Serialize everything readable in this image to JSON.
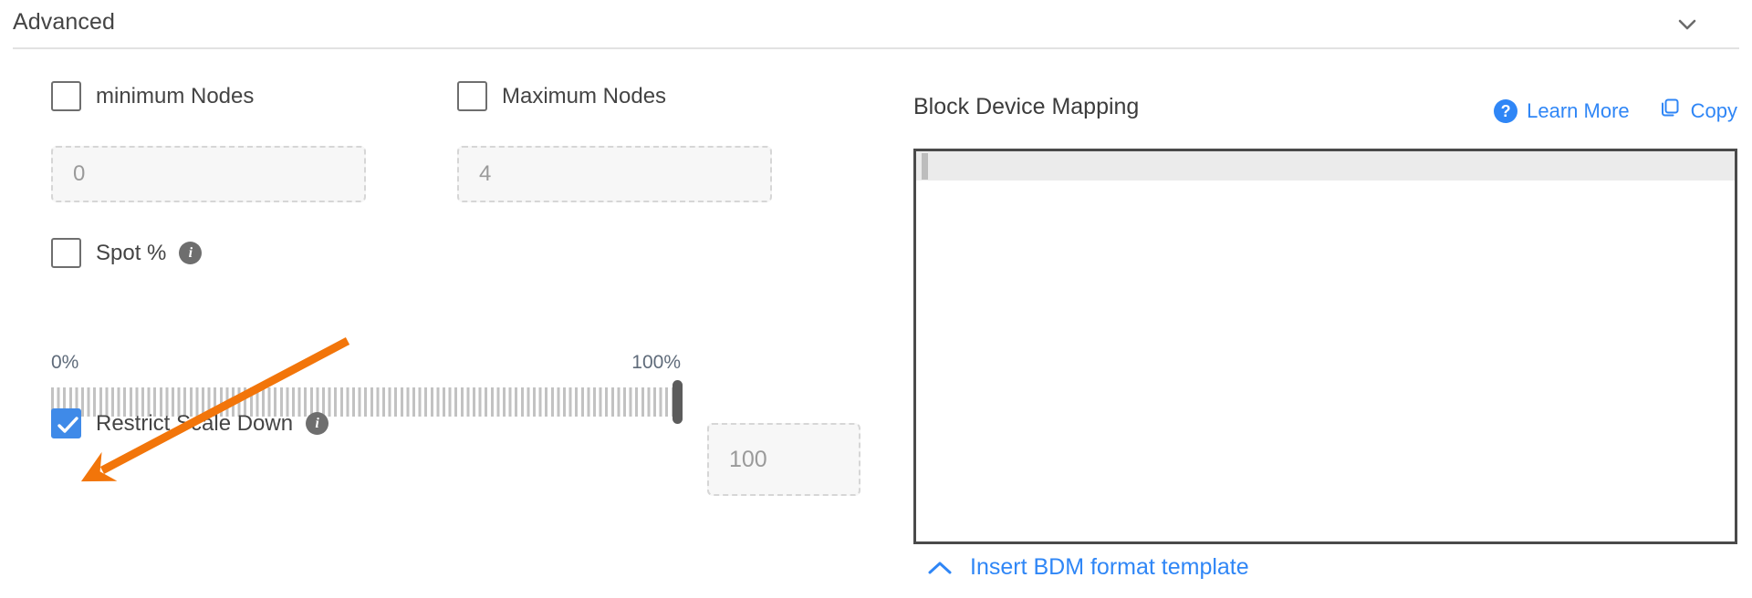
{
  "section": {
    "title": "Advanced",
    "collapse_icon": "chevron-down-icon"
  },
  "left": {
    "min_nodes": {
      "label": "minimum Nodes",
      "checked": false,
      "value": "",
      "placeholder": "0"
    },
    "max_nodes": {
      "label": "Maximum Nodes",
      "checked": false,
      "value": "",
      "placeholder": "4"
    },
    "spot": {
      "label": "Spot %",
      "checked": false,
      "info_icon": "info-icon"
    },
    "slider": {
      "min_label": "0%",
      "max_label": "100%",
      "value": "",
      "placeholder": "100",
      "position_percent": 100
    },
    "restrict_scale_down": {
      "label": "Restrict Scale Down",
      "checked": true,
      "info_icon": "info-icon"
    }
  },
  "right": {
    "title": "Block Device Mapping",
    "learn_more": {
      "label": "Learn More",
      "icon": "question-circle-icon"
    },
    "copy": {
      "label": "Copy",
      "icon": "copy-icon"
    },
    "editor": {
      "value": ""
    },
    "insert_template": {
      "label": "Insert BDM format template",
      "icon": "chevron-up-icon"
    }
  },
  "annotation": {
    "arrow_color": "#f2750a",
    "points_to": "restrict-scale-down-checkbox"
  },
  "colors": {
    "accent_blue": "#2f86f6",
    "checkbox_checked": "#3f8ae8",
    "annotation_orange": "#f2750a",
    "text": "#3c3c3c",
    "muted": "#9a9a9a"
  }
}
